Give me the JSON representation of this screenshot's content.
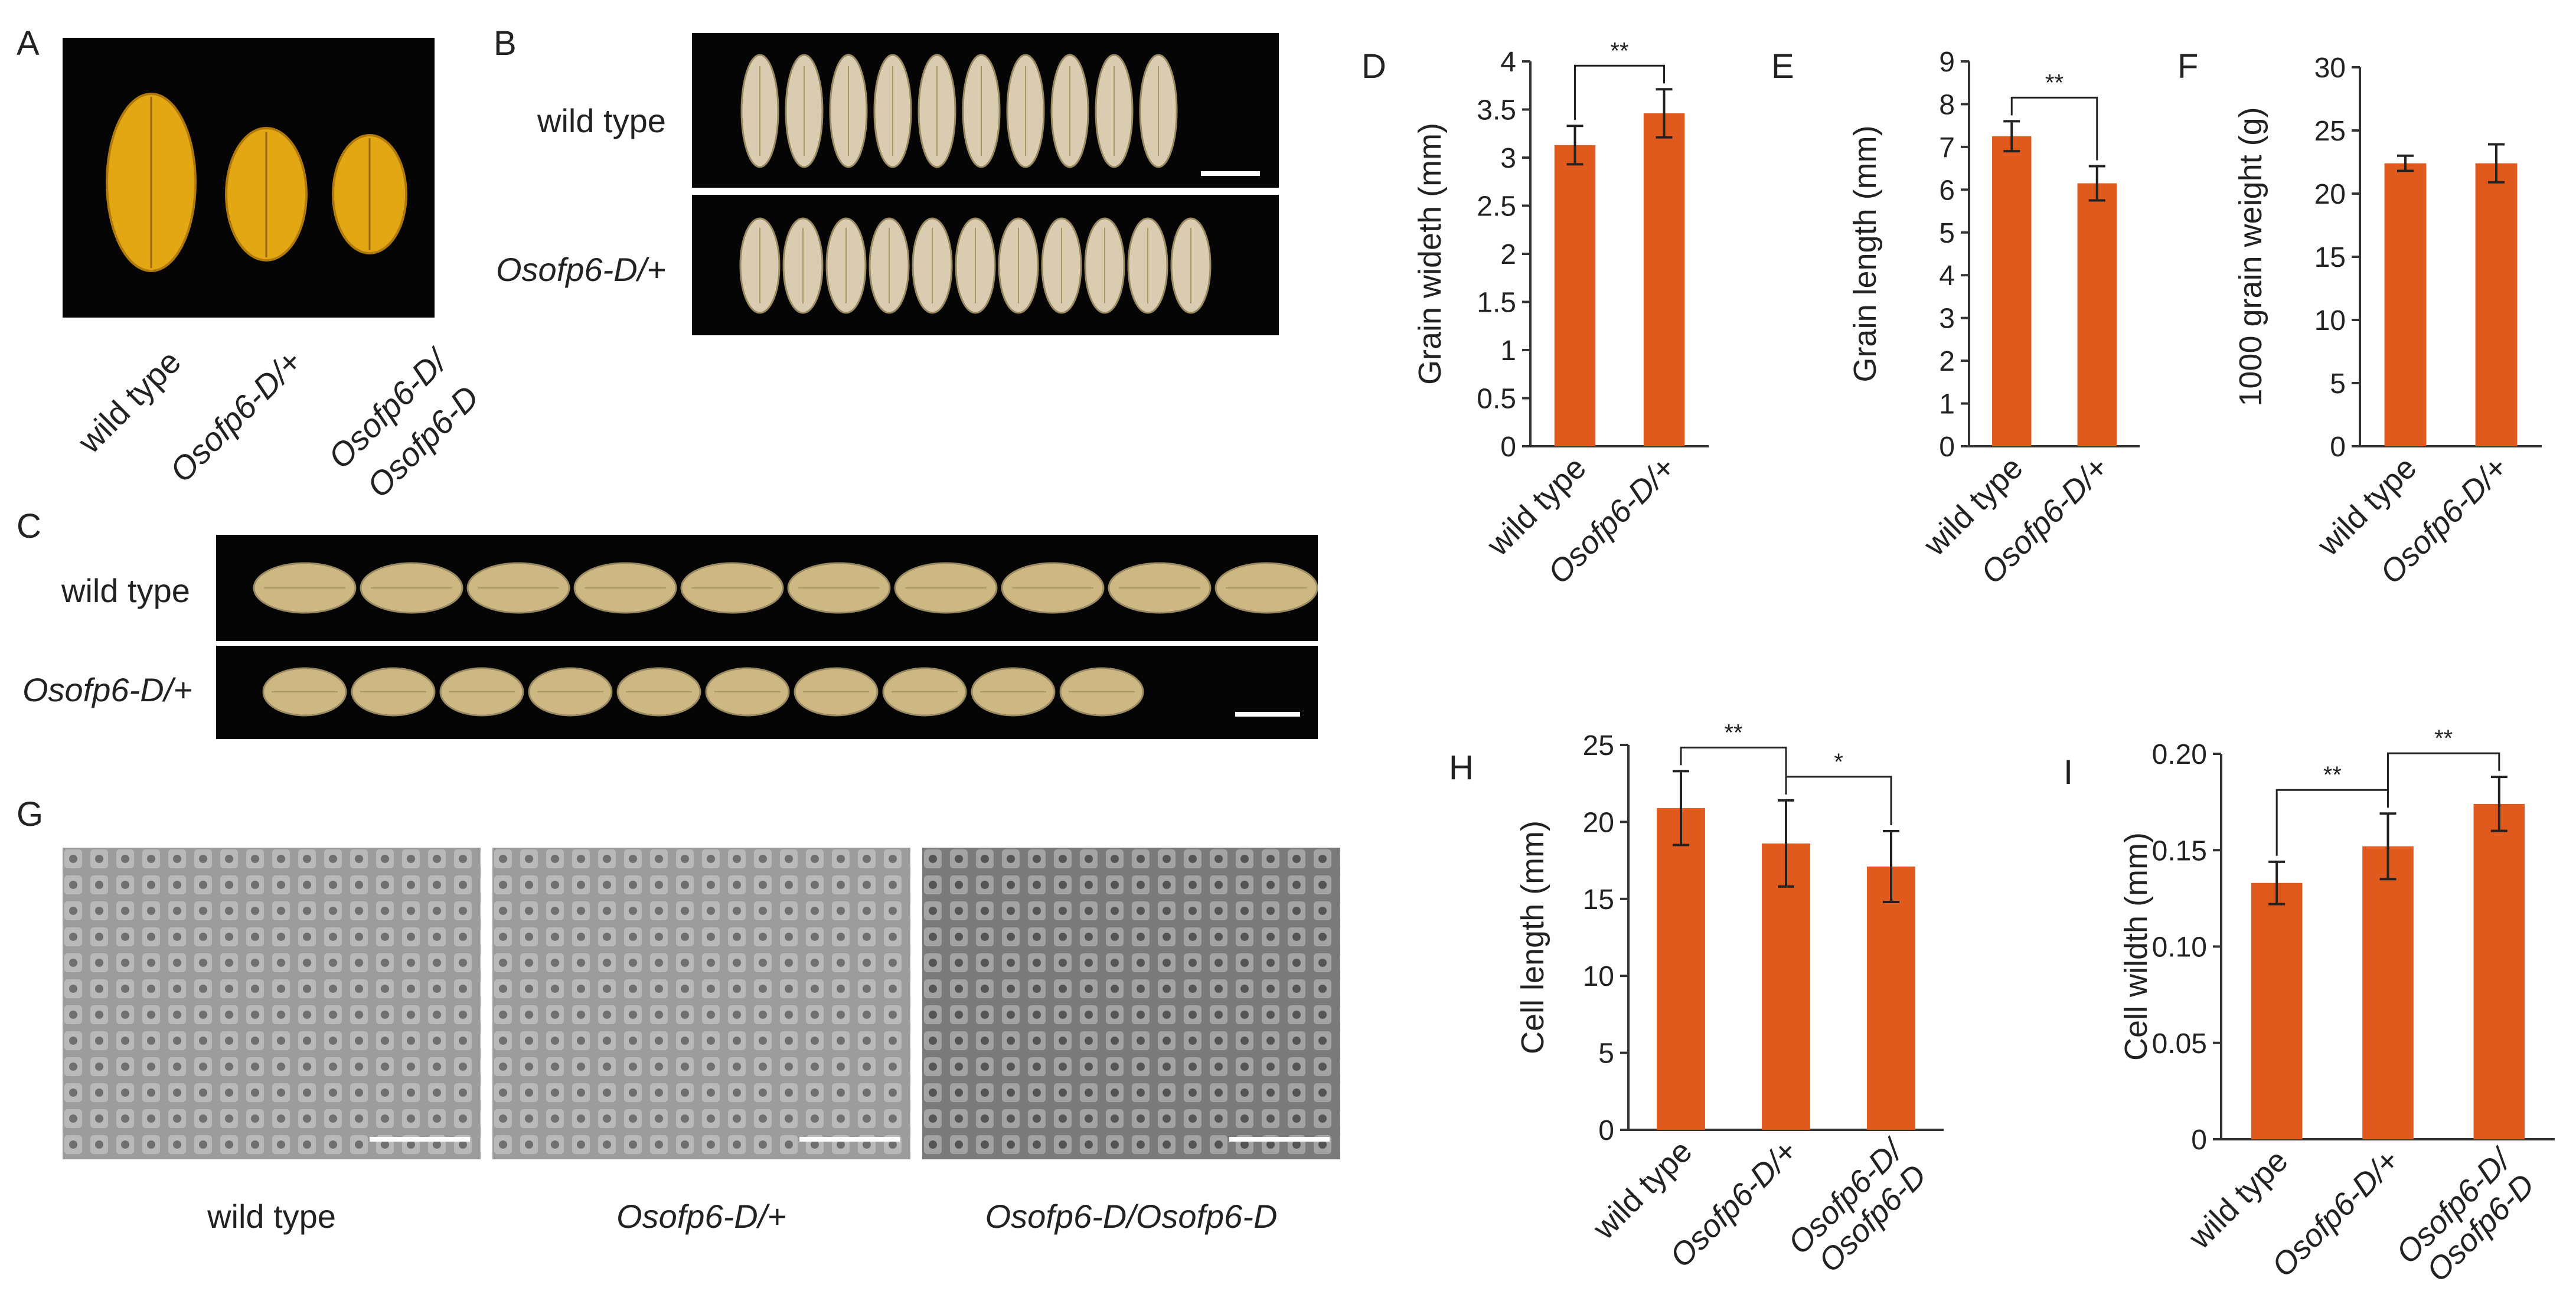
{
  "panels": {
    "A": {
      "letter": "A",
      "labels": [
        "wild type",
        "Osofp6-D/+",
        "Osofp6-D/",
        "Osofp6-D"
      ]
    },
    "B": {
      "letter": "B",
      "rows": [
        "wild type",
        "Osofp6-D/+"
      ]
    },
    "C": {
      "letter": "C",
      "rows": [
        "wild type",
        "Osofp6-D/+"
      ]
    },
    "G": {
      "letter": "G",
      "captions": [
        "wild type",
        "Osofp6-D/+",
        "Osofp6-D/Osofp6-D"
      ]
    }
  },
  "colors": {
    "bar": "#e05a1e",
    "axis": "#333333",
    "grain_fill": "#d9ccb0",
    "husk_fill": "#e3a714",
    "sem_fill": "#8c8c8c"
  },
  "chart_data": [
    {
      "id": "D",
      "letter": "D",
      "type": "bar",
      "categories": [
        "wild type",
        "Osofp6-D/+"
      ],
      "values": [
        3.13,
        3.46
      ],
      "errors": [
        0.2,
        0.25
      ],
      "ylabel": "Grain wideth (mm)",
      "ylim": [
        0,
        4
      ],
      "yticks": [
        "0",
        "0.5",
        "1",
        "1.5",
        "2",
        "2.5",
        "3",
        "3.5",
        "4"
      ],
      "significance": [
        {
          "from": 0,
          "to": 1,
          "label": "**"
        }
      ]
    },
    {
      "id": "E",
      "letter": "E",
      "type": "bar",
      "categories": [
        "wild type",
        "Osofp6-D/+"
      ],
      "values": [
        7.25,
        6.15
      ],
      "errors": [
        0.35,
        0.4
      ],
      "ylabel": "Grain length (mm)",
      "ylim": [
        0,
        9
      ],
      "yticks": [
        "0",
        "1",
        "2",
        "3",
        "4",
        "5",
        "6",
        "7",
        "8",
        "9"
      ],
      "significance": [
        {
          "from": 0,
          "to": 1,
          "label": "**"
        }
      ]
    },
    {
      "id": "F",
      "letter": "F",
      "type": "bar",
      "categories": [
        "wild type",
        "Osofp6-D/+"
      ],
      "values": [
        22.4,
        22.4
      ],
      "errors": [
        0.6,
        1.5
      ],
      "ylabel": "1000 grain weight (g)",
      "ylim": [
        0,
        30
      ],
      "yticks": [
        "0",
        "5",
        "10",
        "15",
        "20",
        "25",
        "30"
      ],
      "significance": []
    },
    {
      "id": "H",
      "letter": "H",
      "type": "bar",
      "categories": [
        "wild type",
        "Osofp6-D/+",
        "Osofp6-D/\nOsofp6-D"
      ],
      "values": [
        20.9,
        18.6,
        17.1
      ],
      "errors": [
        2.4,
        2.8,
        2.3
      ],
      "ylabel": "Cell length (mm)",
      "ylim": [
        0,
        25
      ],
      "yticks": [
        "0",
        "5",
        "10",
        "15",
        "20",
        "25"
      ],
      "significance": [
        {
          "from": 0,
          "to": 1,
          "label": "**"
        },
        {
          "from": 1,
          "to": 2,
          "label": "*"
        }
      ]
    },
    {
      "id": "I",
      "letter": "I",
      "type": "bar",
      "categories": [
        "wild type",
        "Osofp6-D/+",
        "Osofp6-D/\nOsofp6-D"
      ],
      "values": [
        0.133,
        0.152,
        0.174
      ],
      "errors": [
        0.011,
        0.017,
        0.014
      ],
      "ylabel": "Cell wildth (mm)",
      "ylim": [
        0,
        0.2
      ],
      "yticks": [
        "0",
        "0.05",
        "0.10",
        "0.15",
        "0.20"
      ],
      "significance": [
        {
          "from": 0,
          "to": 1,
          "label": "**"
        },
        {
          "from": 1,
          "to": 2,
          "label": "**"
        }
      ]
    }
  ]
}
